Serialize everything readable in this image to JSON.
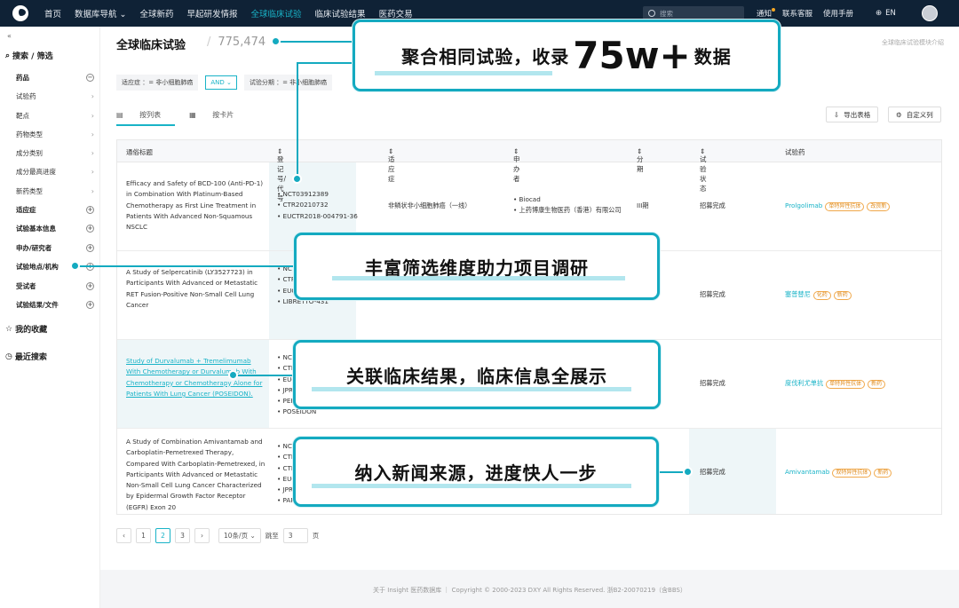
{
  "topbar": {
    "nav": [
      "首页",
      "数据库导航 ⌄",
      "全球新药",
      "早起研发情报",
      "全球临床试验",
      "临床试验结果",
      "医药交易"
    ],
    "search_placeholder": "搜索",
    "notice": "通知",
    "service": "联系客服",
    "manual": "使用手册",
    "lang": "EN"
  },
  "sidebar": {
    "collapse": "«",
    "search_head": "搜索 / 筛选",
    "items": [
      {
        "label": "药品",
        "kind": "minus",
        "bold": true
      },
      {
        "label": "试验药",
        "kind": "arrow"
      },
      {
        "label": "靶点",
        "kind": "arrow"
      },
      {
        "label": "药物类型",
        "kind": "arrow"
      },
      {
        "label": "成分类别",
        "kind": "arrow"
      },
      {
        "label": "成分最高进度",
        "kind": "arrow"
      },
      {
        "label": "新药类型",
        "kind": "arrow"
      },
      {
        "label": "适应症",
        "kind": "plus",
        "bold": true
      },
      {
        "label": "试验基本信息",
        "kind": "plus",
        "bold": true
      },
      {
        "label": "申办/研究者",
        "kind": "plus",
        "bold": true
      },
      {
        "label": "试验地点/机构",
        "kind": "plus",
        "bold": true
      },
      {
        "label": "受试者",
        "kind": "plus",
        "bold": true
      },
      {
        "label": "试验结果/文件",
        "kind": "plus",
        "bold": true
      }
    ],
    "favorites": "我的收藏",
    "recent": "最近搜索"
  },
  "page": {
    "title": "全球临床试验",
    "count": "775,474",
    "right_link": "全球临床试验模块介绍"
  },
  "filters": {
    "chip1": "适应症 ：= 非小细胞肺癌",
    "and": "AND ⌄",
    "chip2": "试验分期 ：= 非小细胞肺癌"
  },
  "views": {
    "list": "按列表",
    "card": "按卡片"
  },
  "buttons": {
    "export": "导出表格",
    "custom": "自定义列"
  },
  "table": {
    "headers": [
      "通俗标题",
      "登记号/代号",
      "适应症",
      "申办者",
      "分期",
      "试验状态",
      "试验药"
    ],
    "rows": [
      {
        "title": "Efficacy and Safety of BCD-100 (Anti-PD-1) in Combination With Platinum-Based Chemotherapy as First Line Treatment in Patients With Advanced Non-Squamous NSCLC",
        "ids": "• NCT03912389\n• CTR20210732\n• EUCTR2018-004791-36",
        "indication": "非鳞状非小细胞肺癌（一线）",
        "sponsor": "• Biocad\n• 上药博康生物医药（香港）有限公司",
        "phase": "III期",
        "status": "招募完成",
        "drug": "Prolgolimab",
        "tags": [
          "单特异性抗体",
          "改良新"
        ]
      },
      {
        "title": "A Study of Selpercatinib (LY3527723) in Participants With Advanced or Metastatic RET Fusion-Positive Non-Small Cell Lung Cancer",
        "ids": "• NCT\n• CTR\n• EUC\n• LIBRETTO-431",
        "indication": "",
        "sponsor": "",
        "phase": "",
        "status": "招募完成",
        "drug": "塞普替尼",
        "tags": [
          "化药",
          "新药"
        ]
      },
      {
        "title": "Study of Durvalumab + Tremelimumab With Chemotherapy or Durvalumab With Chemotherapy or Chemotherapy Alone for Patients With Lung Cancer (POSEIDON).",
        "ids": "• NCT\n• CTR\n• EUC\n• JPR\n• PER\n• POSEIDON",
        "indication": "",
        "sponsor": "",
        "phase": "",
        "status": "招募完成",
        "drug": "度伐利尤单抗",
        "tags": [
          "单特异性抗体",
          "新药"
        ]
      },
      {
        "title": "A Study of Combination Amivantamab and Carboplatin-Pemetrexed Therapy, Compared With Carboplatin-Pemetrexed, in Participants With Advanced or Metastatic Non-Small Cell Lung Cancer Characterized by Epidermal Growth Factor Receptor (EGFR) Exon 20",
        "ids": "• NCT\n• CTR\n• CTR\n• EUC\n• JPR\n• PAP",
        "indication": "",
        "sponsor": "",
        "phase": "",
        "status": "招募完成",
        "drug": "Amivantamab",
        "tags": [
          "双特异性抗体",
          "新药"
        ]
      }
    ]
  },
  "pager": {
    "prev": "‹",
    "p1": "1",
    "p2": "2",
    "p3": "3",
    "next": "›",
    "size": "10条/页 ⌄",
    "jump": "跳至",
    "jump_val": "3",
    "page_unit": "页"
  },
  "footer": "关于 Insight 医药数据库 ｜ Copyright © 2000-2023 DXY All Rights Reserved. 浙B2-20070219（含BBS）",
  "callouts": {
    "c1a": "聚合相同试验，收录",
    "c1big": "75w+",
    "c1b": "数据",
    "c2": "丰富筛选维度助力项目调研",
    "c3": "关联临床结果，临床信息全展示",
    "c4": "纳入新闻来源，进度快人一步"
  }
}
